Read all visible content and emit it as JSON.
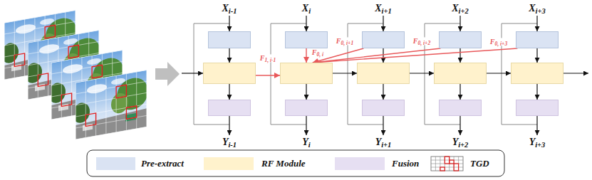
{
  "diagram": {
    "nodes": [
      {
        "text": []
      },
      {
        "text": []
      },
      {
        "text": []
      },
      {
        "text": []
      },
      {
        "text": []
      },
      {
        "text": []
      },
      {
        "text": []
      },
      {
        "text": []
      },
      {
        "text": []
      },
      {
        "text": []
      },
      {
        "text": []
      },
      {
        "text": []
      },
      {
        "text": []
      },
      {
        "text": []
      },
      {
        "text": []
      }
    ],
    "edges": [
      {
        "from": 0,
        "to": 1,
        "arrow": "to"
      },
      {
        "from": 3,
        "to": 4,
        "arrow": "to",
        "label": "F0, i"
      },
      {
        "from": 6,
        "to": 7,
        "arrow": "to"
      },
      {
        "from": 9,
        "to": 10,
        "arrow": "to"
      },
      {
        "from": 12,
        "to": 13,
        "arrow": "to"
      },
      {
        "from": 1,
        "to": 2,
        "arrow": "to"
      },
      {
        "from": 4,
        "to": 5,
        "arrow": "to"
      },
      {
        "from": 7,
        "to": 8,
        "arrow": "to"
      },
      {
        "from": 10,
        "to": 11,
        "arrow": "to"
      },
      {
        "from": 13,
        "to": 14,
        "arrow": "to"
      },
      {
        "from": 1,
        "to": 4,
        "arrow": "to",
        "label": "F1, i-1"
      },
      {
        "from": 4,
        "to": 7,
        "arrow": "to"
      },
      {
        "from": 7,
        "to": 10,
        "arrow": "to"
      },
      {
        "from": 10,
        "to": 13,
        "arrow": "to"
      },
      {
        "from": 6,
        "to": 4,
        "arrow": "to",
        "label": "F0, i+1"
      },
      {
        "from": 9,
        "to": 4,
        "arrow": "to",
        "label": "F0, i+2"
      },
      {
        "from": 12,
        "to": 4,
        "arrow": "to",
        "label": "F0, i+3"
      }
    ],
    "labels": [
      "Xi-1",
      "Xi",
      "Xi+1",
      "Xi+2",
      "Xi+3",
      "Yi-1",
      "Yi",
      "Yi+1",
      "Yi+2",
      "Yi+3"
    ],
    "legend": [
      {
        "text": "Pre-extract",
        "color": "#dae3f3"
      },
      {
        "text": "RF Module",
        "color": "#fff2cc"
      },
      {
        "text": "Fusion",
        "color": "#e6dff2"
      },
      {
        "text": "TGD"
      }
    ]
  }
}
